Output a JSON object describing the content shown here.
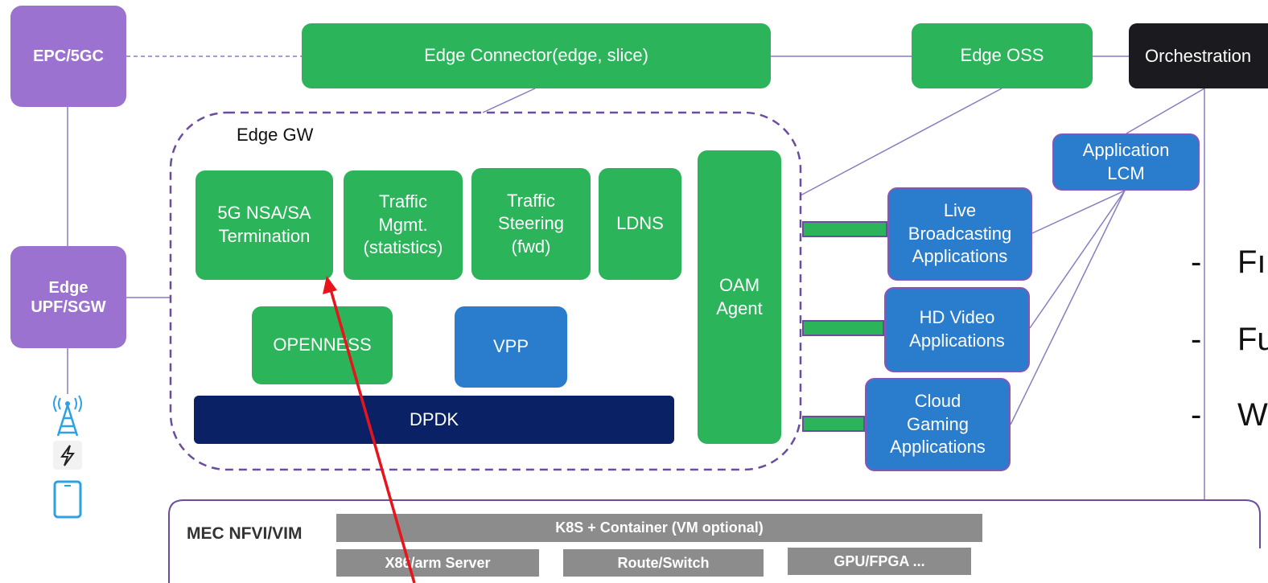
{
  "core": {
    "epc_label": "EPC/5GC",
    "upf_label": "Edge\nUPF/SGW"
  },
  "top_row": {
    "edge_connector": "Edge Connector(edge, slice)",
    "edge_oss": "Edge OSS",
    "orchestration": "Orchestration"
  },
  "edge_gw": {
    "title": "Edge GW",
    "modules": [
      "5G NSA/SA\nTermination",
      "Traffic\nMgmt.\n(statistics)",
      "Traffic\nSteering\n(fwd)",
      "LDNS"
    ],
    "openness": "OPENNESS",
    "vpp": "VPP",
    "dpdk": "DPDK",
    "oam_agent": "OAM\nAgent"
  },
  "application_lcm": "Application\nLCM",
  "applications": [
    "Live\nBroadcasting\nApplications",
    "HD Video\nApplications",
    "Cloud\nGaming\nApplications"
  ],
  "bullets": [
    "Fı",
    "Fu",
    "W"
  ],
  "nfvi": {
    "title": "MEC NFVI/VIM",
    "k8s": "K8S + Container (VM optional)",
    "server": "X86/arm Server",
    "route": "Route/Switch",
    "gpu": "GPU/FPGA ..."
  },
  "colors": {
    "green": "#2bb45a",
    "blue": "#2a7ccc",
    "purple": "#9b72cf",
    "navy": "#0b2166",
    "border_purple": "#6b4da0",
    "arrow_red": "#e8141b"
  }
}
